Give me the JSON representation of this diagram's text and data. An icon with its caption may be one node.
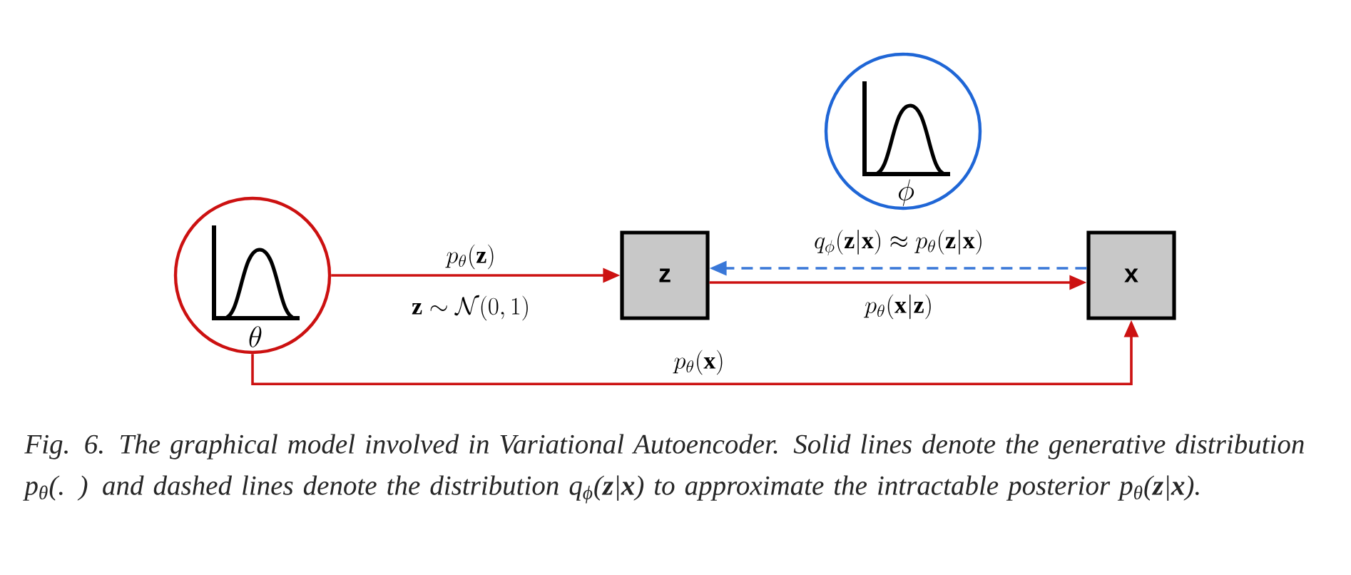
{
  "diagram": {
    "caption": "Fig. 6. The graphical model involved in Variational Autoencoder. Solid lines denote the generative distribution p$_{θ}$(. ) and dashed lines denote the distribution q$_{ϕ}$(**z**|**x**) to approximate the intractable posterior p$_{θ}$(**z**|**x**).",
    "nodes": [
      {
        "text": [
          "\\theta"
        ]
      },
      {
        "text": [
          "z"
        ]
      },
      {
        "text": [
          "x"
        ]
      },
      {
        "text": [
          "\\phi"
        ]
      }
    ],
    "edges": [
      {
        "from": 0,
        "to": 1,
        "arrow": "to",
        "label": "p_\\theta(\\mathbf{z})"
      },
      {
        "from": 1,
        "to": 2,
        "arrow": "to",
        "label": "p_\\theta(\\mathbf{x}|\\mathbf{z})"
      },
      {
        "from": 2,
        "to": 1,
        "arrow": "to",
        "label": "q_\\phi(\\mathbf{z}|\\mathbf{x}) \\approx p_\\theta(\\mathbf{z}|\\mathbf{x})",
        "style": "dashed",
        "color": "#3a78d8"
      },
      {
        "from": 0,
        "to": 2,
        "arrow": "to",
        "label": "p_\\theta(\\mathbf{x})"
      }
    ],
    "labels": [
      "\\mathbf{z} \\sim \\mathcal{N}(0, 1)"
    ]
  }
}
